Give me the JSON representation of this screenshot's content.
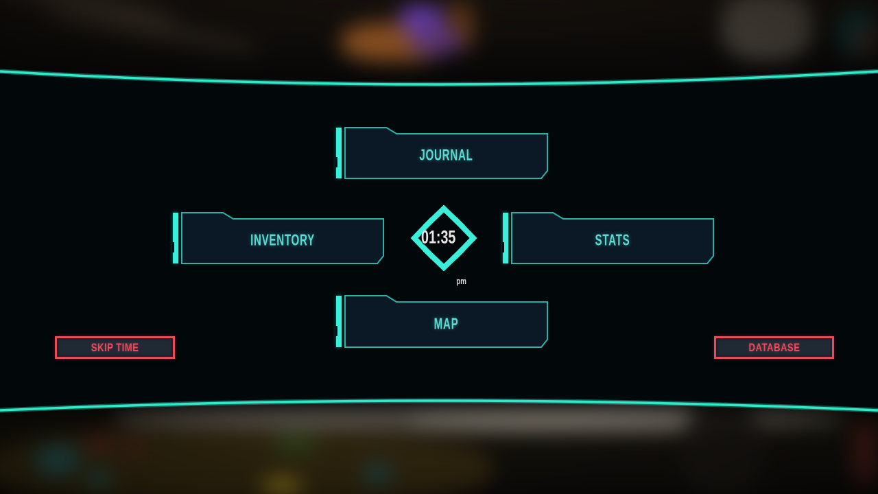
{
  "hud": {
    "clock": {
      "time": "01:35",
      "meridiem": "pm"
    },
    "menu_buttons": [
      {
        "id": "journal",
        "label": "JOURNAL"
      },
      {
        "id": "inventory",
        "label": "INVENTORY"
      },
      {
        "id": "stats",
        "label": "STATS"
      },
      {
        "id": "map",
        "label": "MAP"
      }
    ],
    "action_buttons": [
      {
        "id": "skip-time",
        "label": "SKIP TIME"
      },
      {
        "id": "database",
        "label": "DATABASE"
      }
    ],
    "colors": {
      "accent_cyan": "#3af0da",
      "frame_line": "#2fe9c9",
      "button_border": "#2cb3a6",
      "button_text": "#5edad2",
      "panel_bg": "#0b1928",
      "accent_red": "#eb4a59",
      "clock_text": "#e8e8e8"
    }
  }
}
